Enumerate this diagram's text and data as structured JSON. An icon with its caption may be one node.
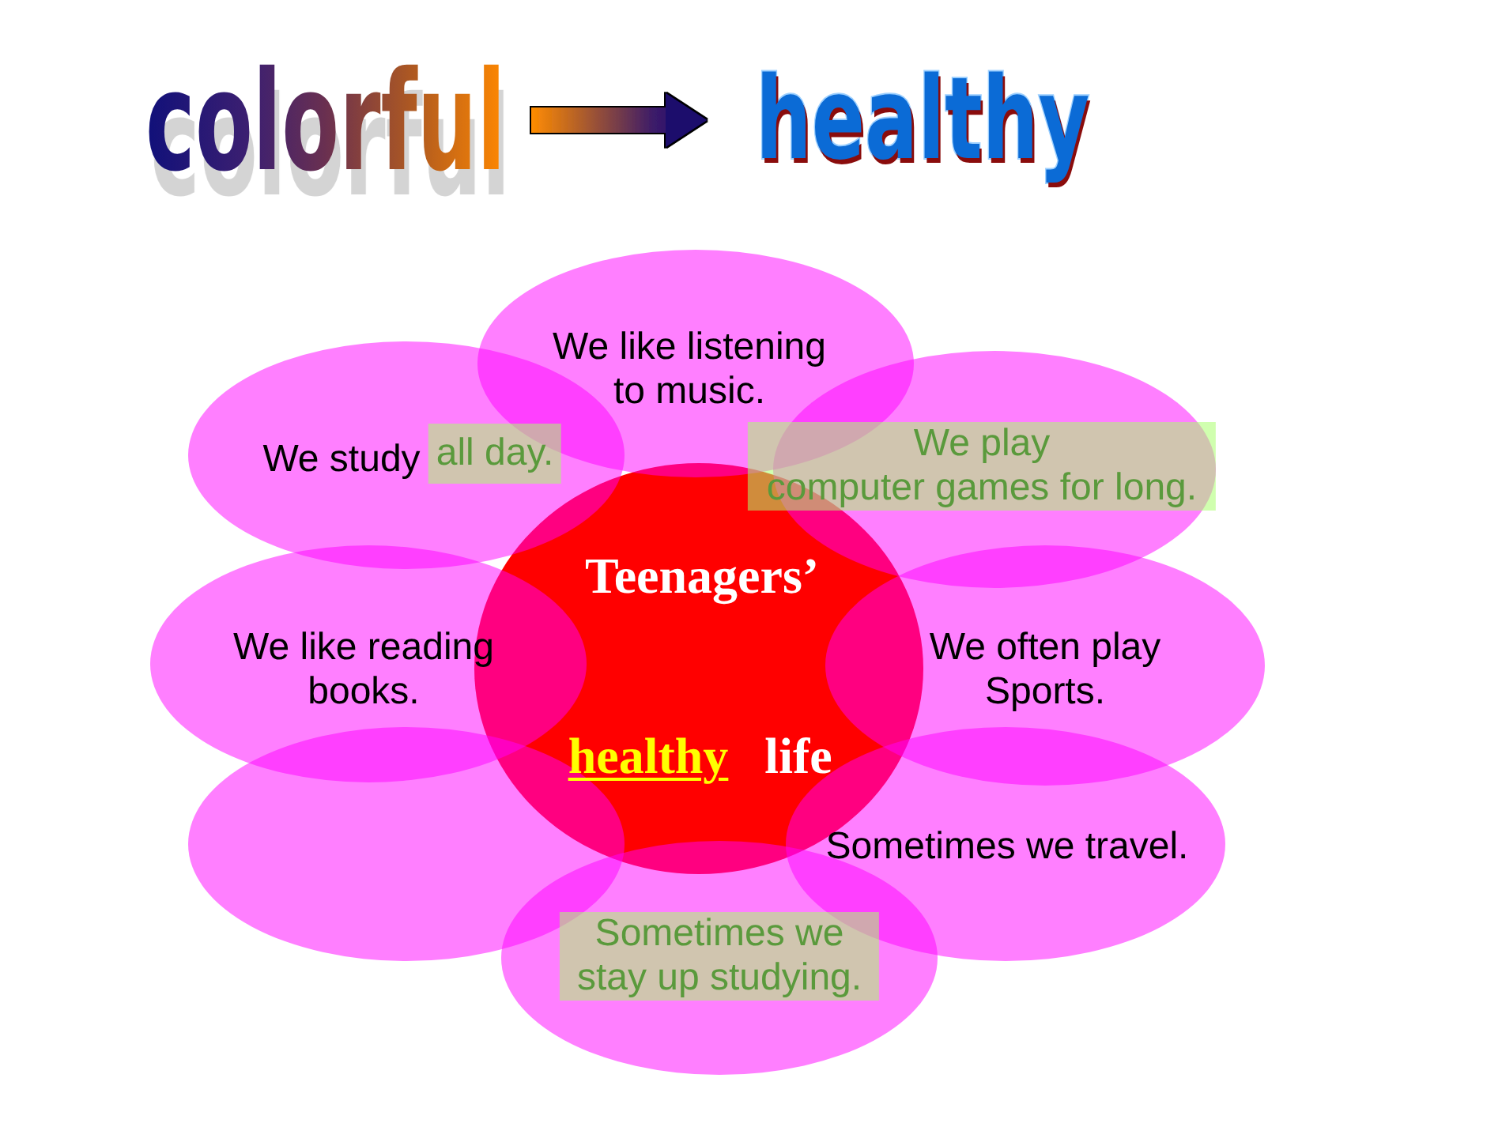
{
  "diagram": {
    "nodes": [
      {
        "text": [
          "colorful"
        ]
      },
      {
        "text": [
          "healthy"
        ]
      },
      {
        "text": [
          "We like listening to music."
        ]
      },
      {
        "text": [
          "We study",
          "all day."
        ]
      },
      {
        "text": [
          "We play computer games for long."
        ]
      },
      {
        "text": [
          "Teenagers’",
          "healthy",
          "life"
        ]
      },
      {
        "text": [
          "We like reading books."
        ]
      },
      {
        "text": [
          "We often play Sports."
        ]
      },
      {
        "text": [],
        "shape": "ellipse"
      },
      {
        "text": [
          "Sometimes we travel."
        ]
      },
      {
        "text": [
          "Sometimes we stay up studying."
        ]
      }
    ],
    "edges": [
      {
        "from": 0,
        "to": 1,
        "arrow": "to"
      }
    ]
  }
}
